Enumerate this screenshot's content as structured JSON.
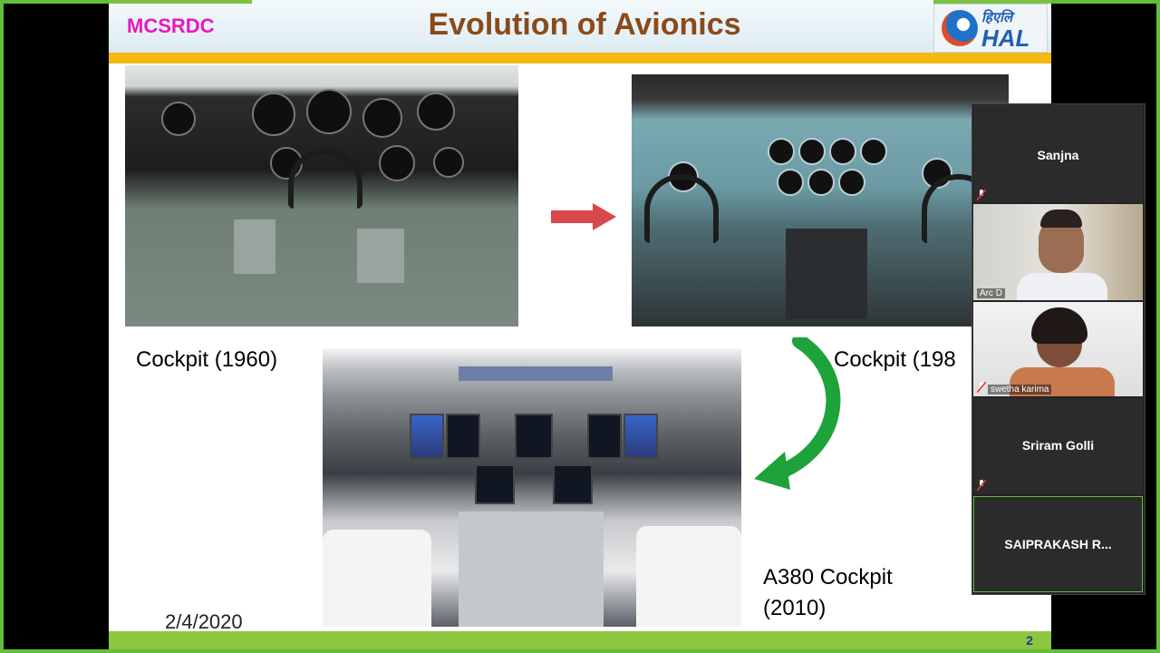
{
  "slide": {
    "brand": "MCSRDC",
    "title": "Evolution of Avionics",
    "logo_hindi": "हिएलि",
    "logo_text": "HAL",
    "captions": {
      "cockpit_1960": "Cockpit (1960)",
      "cockpit_198x": "Cockpit (198",
      "a380_line1": "A380 Cockpit",
      "a380_line2": "(2010)"
    },
    "date": "2/4/2020",
    "page_number": "2"
  },
  "participants": [
    {
      "name": "Sanjna",
      "video": false,
      "muted": true
    },
    {
      "name": "Arc D",
      "video": true,
      "muted": false
    },
    {
      "name": "swetha karima",
      "video": true,
      "muted": true
    },
    {
      "name": "Sriram Golli",
      "video": false,
      "muted": true
    },
    {
      "name": "SAIPRAKASH R...",
      "video": false,
      "muted": false,
      "active_speaker": true
    }
  ],
  "colors": {
    "frame_green": "#5fbf3b",
    "brand_magenta": "#e817c2",
    "title_brown": "#8a4a1a",
    "header_bar": "#f3b912",
    "footer_bar": "#8dc63f",
    "arrow_red": "#d9484a",
    "arrow_green": "#1ea33a"
  }
}
